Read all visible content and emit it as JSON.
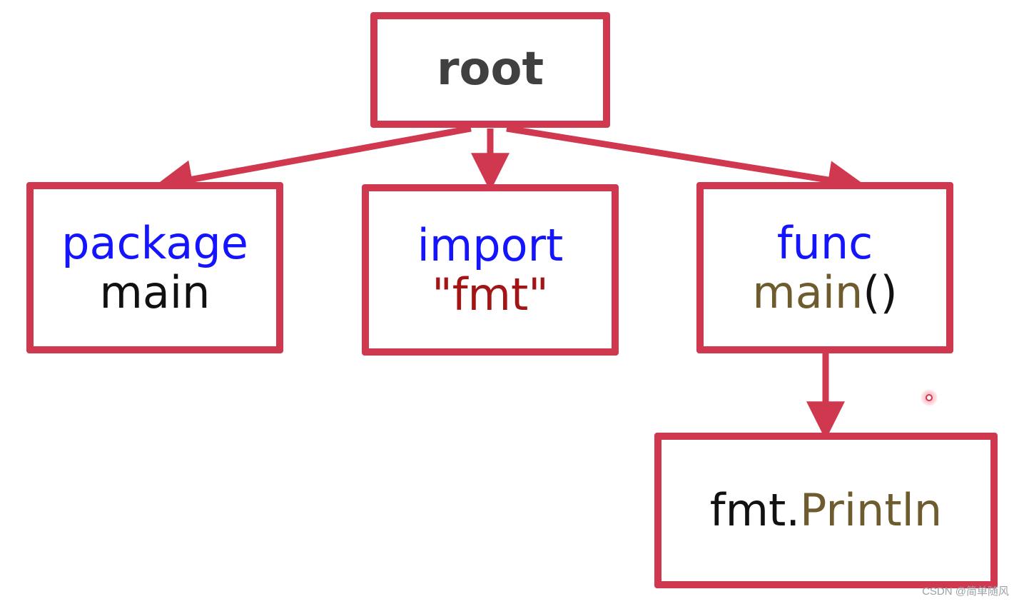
{
  "colors": {
    "box_border": "#d0384f",
    "arrow": "#d0384f",
    "keyword": "#1414ff",
    "identifier": "#111111",
    "string": "#a31515",
    "function_name": "#6e5c2e",
    "root_text": "#404040"
  },
  "nodes": {
    "root": {
      "label": "root"
    },
    "package": {
      "keyword": "package",
      "name": "main"
    },
    "import": {
      "keyword": "import",
      "value": "\"fmt\""
    },
    "func": {
      "keyword": "func",
      "name": "main",
      "parens": "()"
    },
    "println": {
      "object": "fmt.",
      "method": "Println"
    }
  },
  "watermark": "CSDN @简单随风"
}
